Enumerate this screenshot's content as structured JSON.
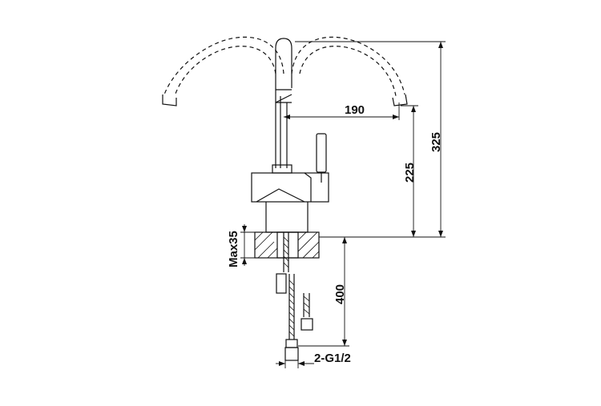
{
  "dimensions": {
    "spout_reach": "190",
    "spout_height": "225",
    "total_height": "325",
    "hose_length": "400",
    "max_deck": "Max35",
    "connection": "2-G1/2"
  }
}
